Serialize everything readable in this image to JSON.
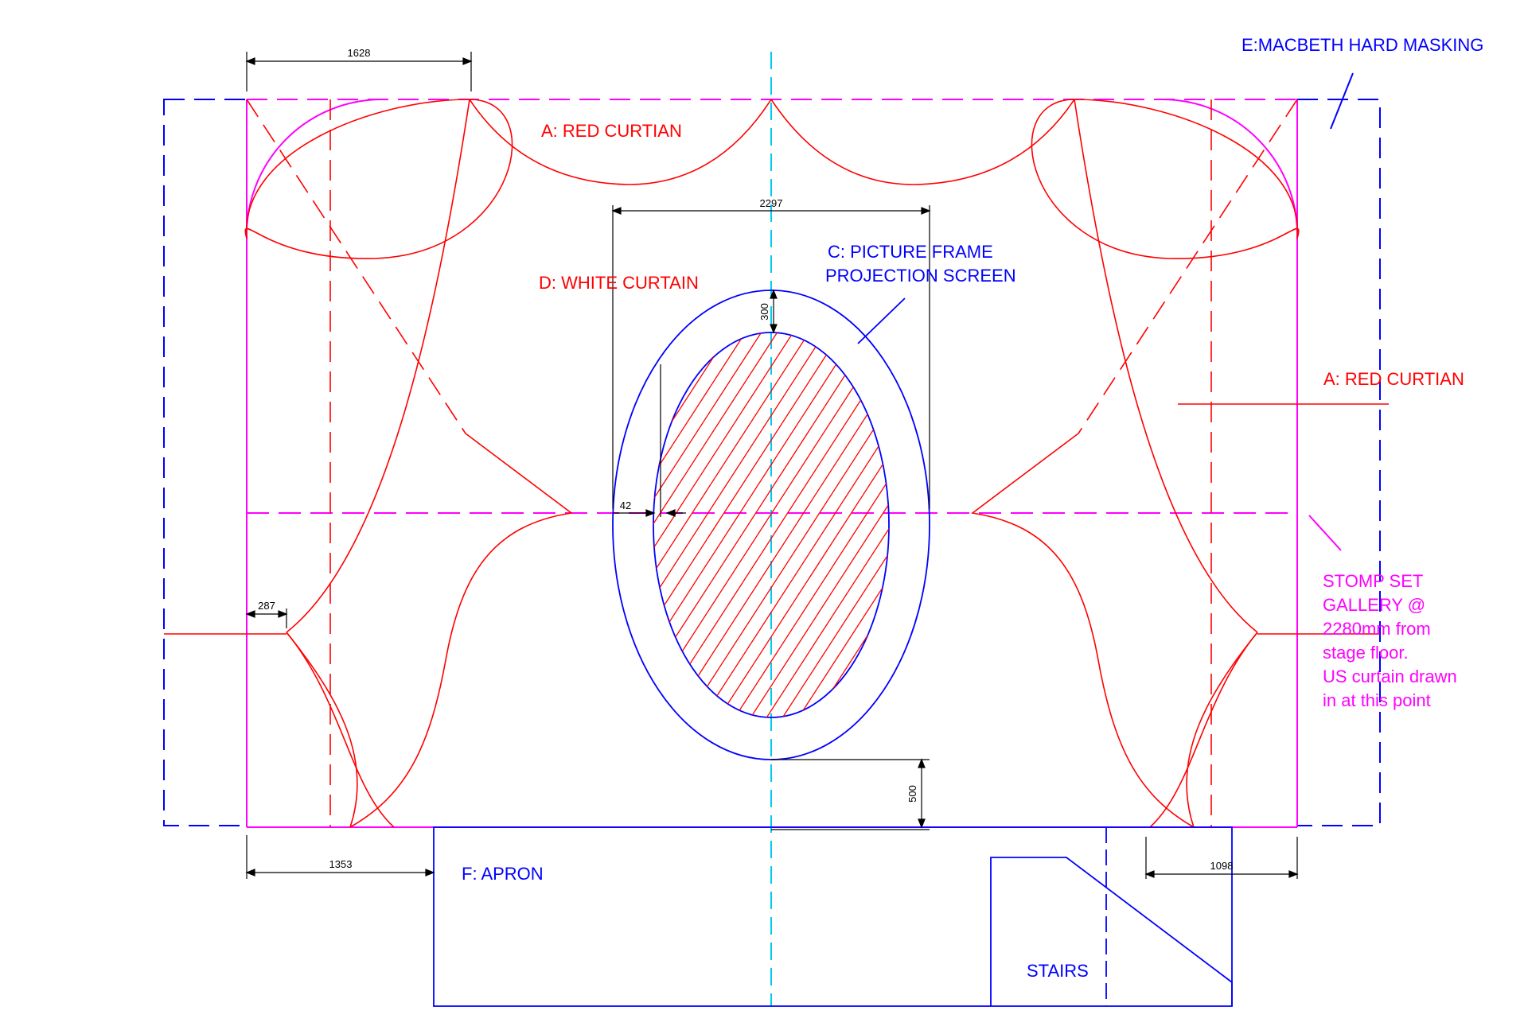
{
  "colors": {
    "red": "#ff0000",
    "blue": "#0000ff",
    "magenta": "#ff00ff",
    "cyan": "#00ccee",
    "black": "#000000"
  },
  "labels": {
    "red_curtain_top": "A: RED  CURTIAN",
    "red_curtain_right": "A: RED CURTIAN",
    "white_curtain": "D: WHITE CURTAIN",
    "picture_frame_line1": "C: PICTURE FRAME",
    "picture_frame_line2": "PROJECTION SCREEN",
    "hard_masking": "E:MACBETH HARD MASKING",
    "apron": "F: APRON",
    "stairs": "STAIRS",
    "stomp_note": [
      "STOMP SET",
      "GALLERY @",
      "2280mm from",
      "stage floor.",
      "US curtain drawn",
      "in at this point"
    ]
  },
  "dimensions": {
    "top_left_width": "1628",
    "frame_width": "2297",
    "frame_top_gap": "300",
    "frame_side_gap": "42",
    "curtain_offset": "287",
    "frame_bottom_gap": "500",
    "bottom_left": "1353",
    "bottom_right": "1098"
  }
}
